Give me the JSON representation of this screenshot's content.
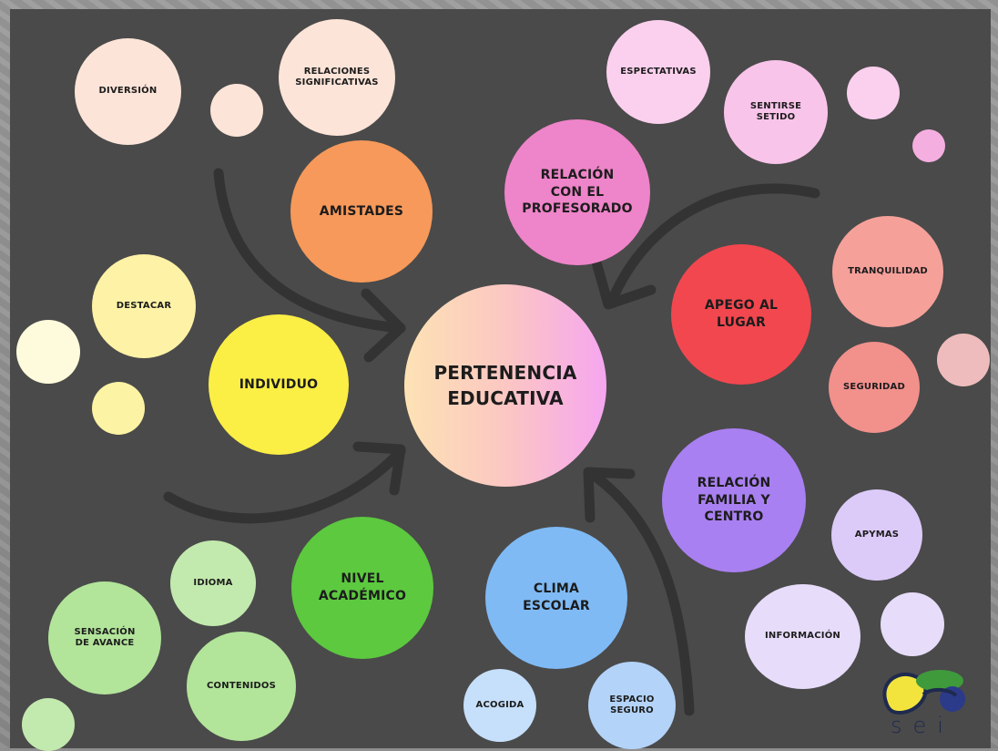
{
  "center": {
    "label": "PERTENENCIA\nEDUCATIVA"
  },
  "categories": {
    "amistades": "AMISTADES",
    "relacion_profesorado": "RELACIÓN\nCON EL\nPROFESORADO",
    "apego_lugar": "APEGO AL\nLUGAR",
    "relacion_familia": "RELACIÓN\nFAMILIA Y\nCENTRO",
    "clima_escolar": "CLIMA\nESCOLAR",
    "nivel_academico": "NIVEL\nACADÉMICO",
    "individuo": "INDIVIDUO"
  },
  "subitems": {
    "diversion": "DIVERSIÓN",
    "relaciones_significativas": "RELACIONES\nSIGNIFICATIVAS",
    "espectativas": "ESPECTATIVAS",
    "sentirse_setido": "SENTIRSE\nSETIDO",
    "tranquilidad": "TRANQUILIDAD",
    "seguridad": "SEGURIDAD",
    "apymas": "APYMAS",
    "informacion": "INFORMACIÓN",
    "acogida": "ACOGIDA",
    "espacio_seguro": "ESPACIO\nSEGURO",
    "idioma": "IDIOMA",
    "sensacion_avance": "SENSACIÓN\nDE AVANCE",
    "contenidos": "CONTENIDOS",
    "destacar": "DESTACAR"
  },
  "logo": {
    "text": "sei"
  },
  "colors": {
    "background": "#4a4a4a",
    "arrow": "#333333",
    "amistades": "#f7995a",
    "profesorado": "#ee84c9",
    "apego": "#f2474f",
    "familia": "#a980f2",
    "clima": "#7fbaf5",
    "academico": "#5cc93f",
    "individuo": "#fbee45",
    "logo_yellow": "#f2e43c",
    "logo_green": "#3f9a3c",
    "logo_navy": "#1e2a4f"
  }
}
